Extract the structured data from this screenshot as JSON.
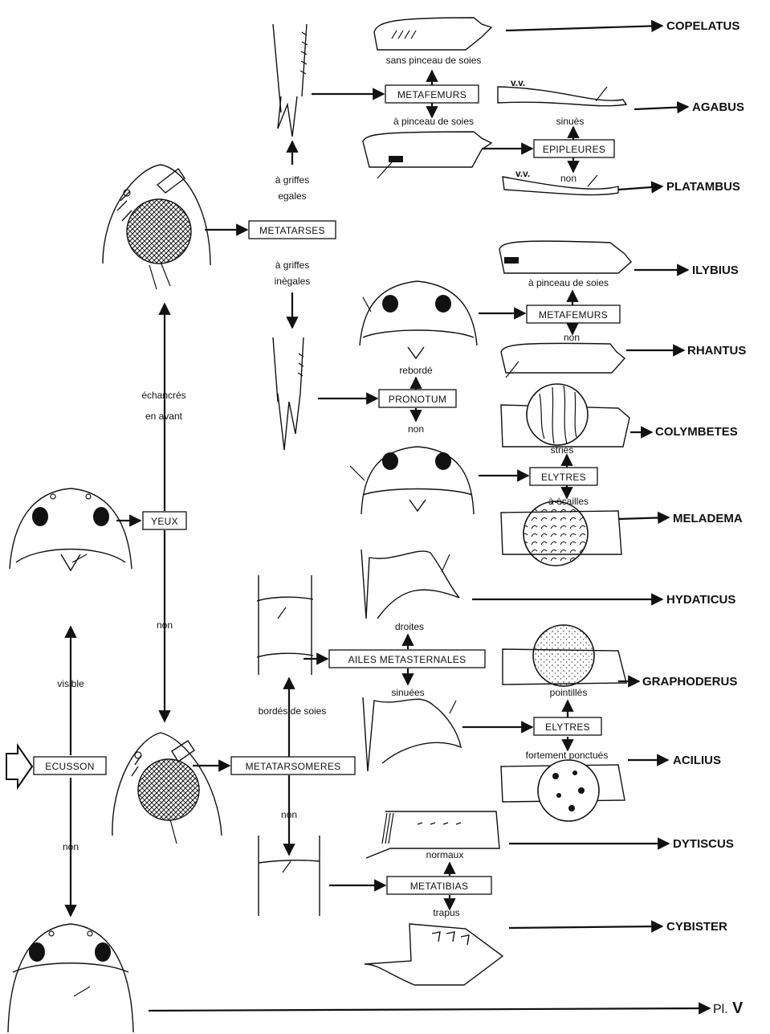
{
  "keys": {
    "ecusson": "ECUSSON",
    "yeux": "YEUX",
    "metatarses": "METATARSES",
    "metafemurs1": "METAFEMURS",
    "epipleures": "EPIPLEURES",
    "metafemurs2": "METAFEMURS",
    "pronotum": "PRONOTUM",
    "elytres1": "ELYTRES",
    "ailes": "AILES METASTERNALES",
    "metatarsomeres": "METATARSOMERES",
    "elytres2": "ELYTRES",
    "metatibias": "METATIBIAS"
  },
  "labels": {
    "visible": "visible",
    "non_ecusson": "non",
    "echancres1": "échancrés",
    "echancres2": "en avant",
    "non_yeux": "non",
    "griffes_egales1": "à griffes",
    "griffes_egales2": "egales",
    "griffes_inegales1": "à griffes",
    "griffes_inegales2": "inègales",
    "sans_pinceau": "sans pinceau de soies",
    "a_pinceau1": "à pinceau de soies",
    "sinues": "sinuès",
    "non_epipleures": "non",
    "vv1": "v.v.",
    "vv2": "v.v.",
    "a_pinceau2": "à pinceau de soies",
    "non_metafemurs": "non",
    "reborde": "rebordé",
    "non_pronotum": "non",
    "stries": "striés",
    "a_ecailles": "à ècailles",
    "droites": "droites",
    "sinuees": "sinuées",
    "bordes": "bordés de soies",
    "non_metatarsomeres": "non",
    "pointilles": "pointillés",
    "fortement": "fortement ponctués",
    "normaux": "normaux",
    "trapus": "trapus"
  },
  "results": {
    "copelatus": "COPELATUS",
    "agabus": "AGABUS",
    "platambus": "PLATAMBUS",
    "ilybius": "ILYBIUS",
    "rhantus": "RHANTUS",
    "colymbetes": "COLYMBETES",
    "meladema": "MELADEMA",
    "hydaticus": "HYDATICUS",
    "graphoderus": "GRAPHODERUS",
    "acilius": "ACILIUS",
    "dytiscus": "DYTISCUS",
    "cybister": "CYBISTER",
    "pl_prefix": "Pl.",
    "pl_num": "V"
  }
}
